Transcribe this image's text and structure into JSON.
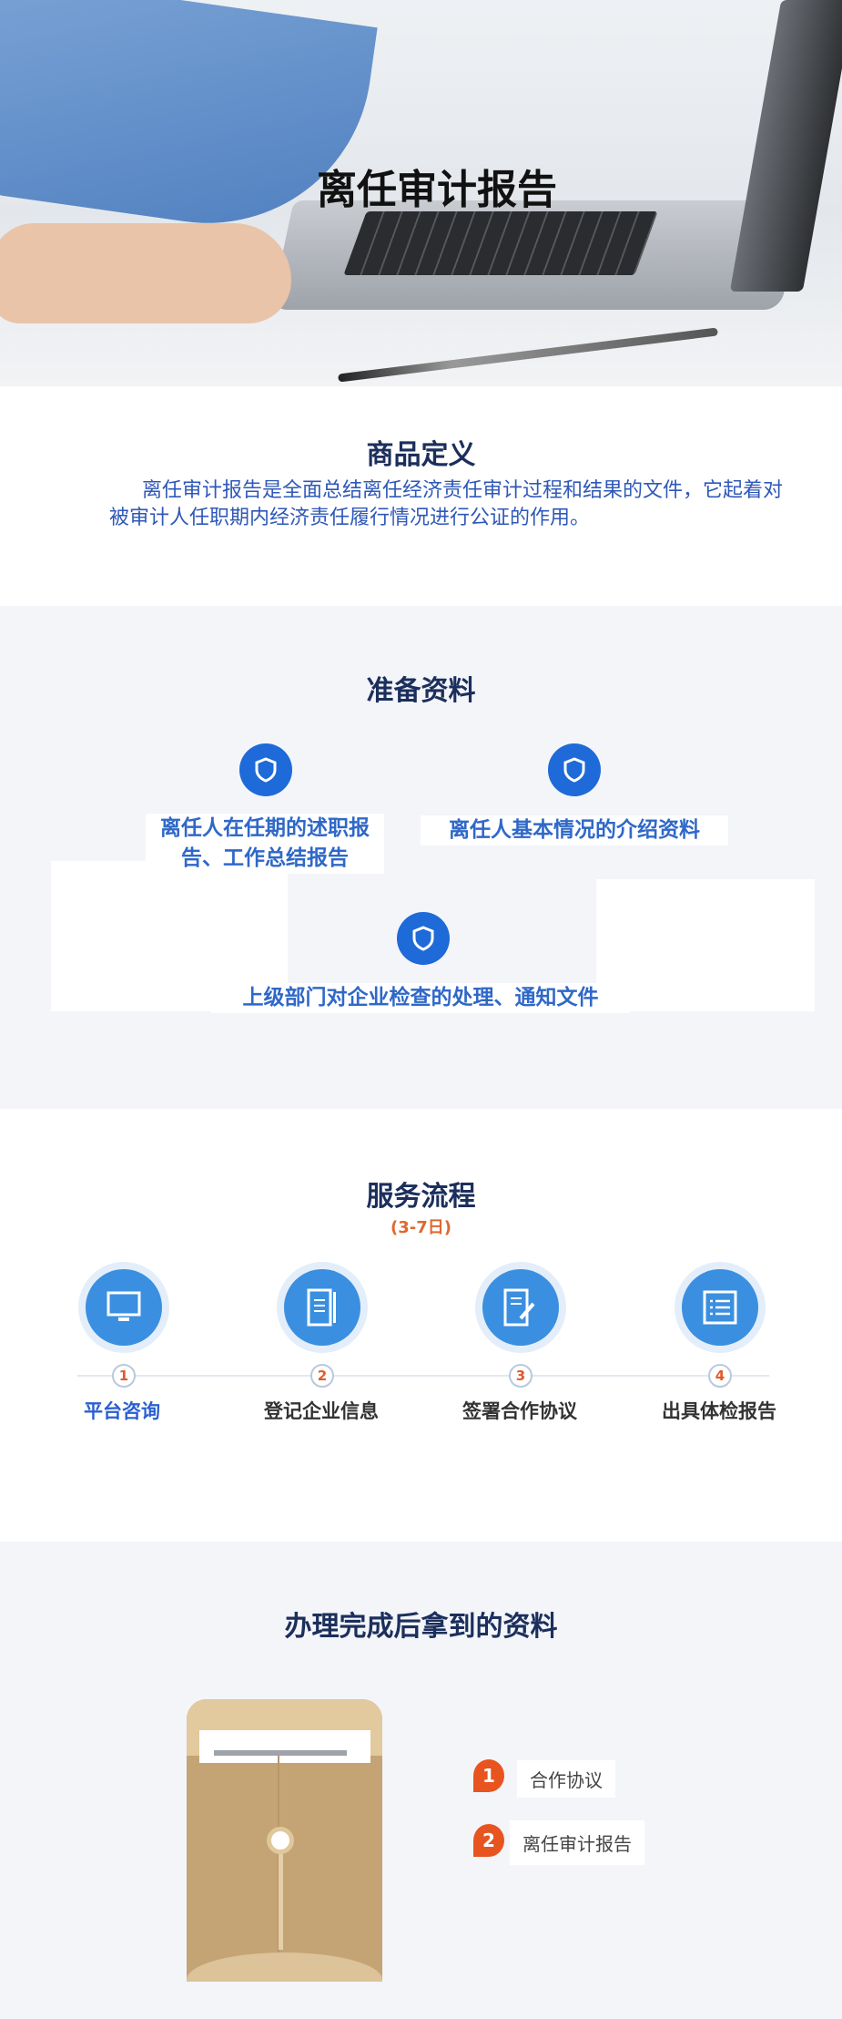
{
  "hero": {
    "title": "离任审计报告"
  },
  "definition": {
    "title": "商品定义",
    "text": "离任审计报告是全面总结离任经济责任审计过程和结果的文件，它起着对被审计人任职期内经济责任履行情况进行公证的作用。"
  },
  "preparation": {
    "title": "准备资料",
    "items": [
      {
        "label": "离任人在任期的述职报告、工作总结报告",
        "icon": "shield-icon"
      },
      {
        "label": "离任人基本情况的介绍资料",
        "icon": "shield-icon"
      },
      {
        "label": "上级部门对企业检查的处理、通知文件",
        "icon": "shield-icon"
      }
    ]
  },
  "process": {
    "title": "服务流程",
    "duration": "(3-7日)",
    "steps": [
      {
        "num": "1",
        "label": "平台咨询",
        "icon": "monitor-icon"
      },
      {
        "num": "2",
        "label": "登记企业信息",
        "icon": "document-icon"
      },
      {
        "num": "3",
        "label": "签署合作协议",
        "icon": "sign-document-icon"
      },
      {
        "num": "4",
        "label": "出具体检报告",
        "icon": "list-icon"
      }
    ]
  },
  "deliverables": {
    "title": "办理完成后拿到的资料",
    "items": [
      {
        "num": "1",
        "label": "合作协议"
      },
      {
        "num": "2",
        "label": "离任审计报告"
      }
    ]
  },
  "colors": {
    "accent": "#1e6ad8",
    "title": "#1c2f5c",
    "orange": "#e8541f",
    "envelope": "#c4a474"
  }
}
